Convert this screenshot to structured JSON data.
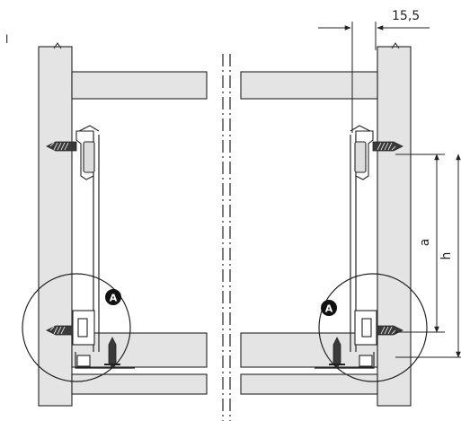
{
  "diagram": {
    "dimension_top": "15,5",
    "dimension_a": "a",
    "dimension_h": "h",
    "callout_left": "A",
    "callout_right": "A",
    "corner_mark": "l"
  },
  "colors": {
    "panel_fill": "#e4e4e4",
    "line": "#222222",
    "callout_fill": "#111111",
    "callout_text": "#ffffff",
    "screw_fill": "#3a3a3a"
  }
}
